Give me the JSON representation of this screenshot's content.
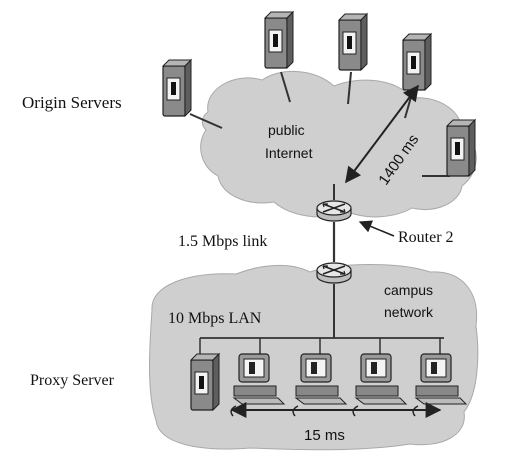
{
  "labels": {
    "origin_servers": "Origin Servers",
    "public_internet_line1": "public",
    "public_internet_line2": "Internet",
    "wan_delay": "1400 ms",
    "access_link": "1.5 Mbps link",
    "router2": "Router 2",
    "campus_line1": "campus",
    "campus_line2": "network",
    "lan": "10 Mbps LAN",
    "proxy_server": "Proxy Server",
    "lan_delay": "15 ms"
  },
  "colors": {
    "cloud_fill": "#cfcfcf",
    "cloud_stroke": "#999999",
    "line": "#333333"
  },
  "icons": {
    "server": "server-tower-icon",
    "router": "router-icon",
    "workstation": "workstation-icon"
  }
}
